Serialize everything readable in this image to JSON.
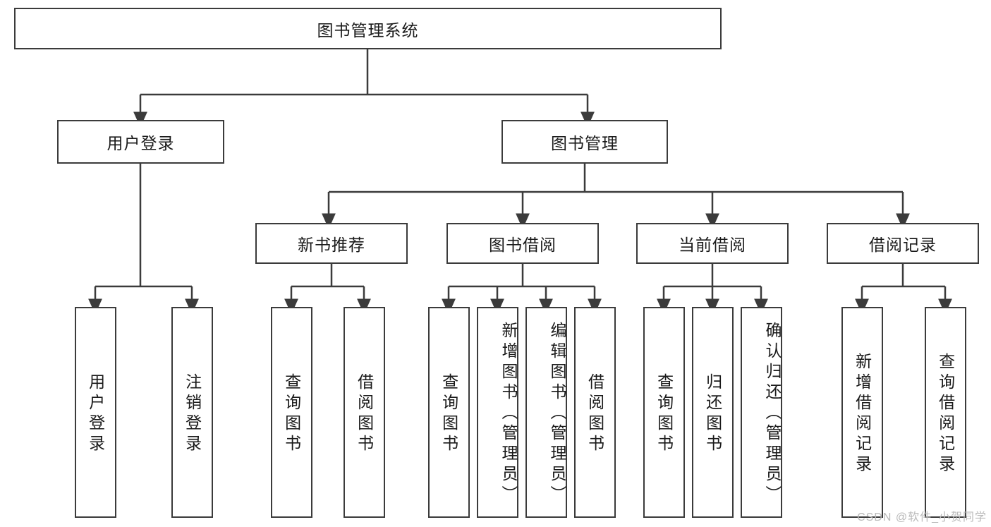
{
  "diagram": {
    "title": "图书管理系统",
    "type": "hierarchy-tree",
    "watermark": "CSDN @软件_小贺同学",
    "root": {
      "label": "图书管理系统"
    },
    "level2": [
      {
        "label": "用户登录"
      },
      {
        "label": "图书管理"
      }
    ],
    "level3": [
      {
        "label": "新书推荐"
      },
      {
        "label": "图书借阅"
      },
      {
        "label": "当前借阅"
      },
      {
        "label": "借阅记录"
      }
    ],
    "leaves": [
      {
        "label": "用户登录"
      },
      {
        "label": "注销登录"
      },
      {
        "label": "查询图书"
      },
      {
        "label": "借阅图书"
      },
      {
        "label": "查询图书"
      },
      {
        "label": "新增图书（管理员）"
      },
      {
        "label": "编辑图书（管理员）"
      },
      {
        "label": "借阅图书"
      },
      {
        "label": "查询图书"
      },
      {
        "label": "归还图书"
      },
      {
        "label": "确认归还（管理员）"
      },
      {
        "label": "新增借阅记录"
      },
      {
        "label": "查询借阅记录"
      }
    ],
    "colors": {
      "stroke": "#3b3b3b",
      "fill": "#ffffff",
      "text": "#1a1a1a",
      "watermark": "#b9b9b9"
    }
  }
}
